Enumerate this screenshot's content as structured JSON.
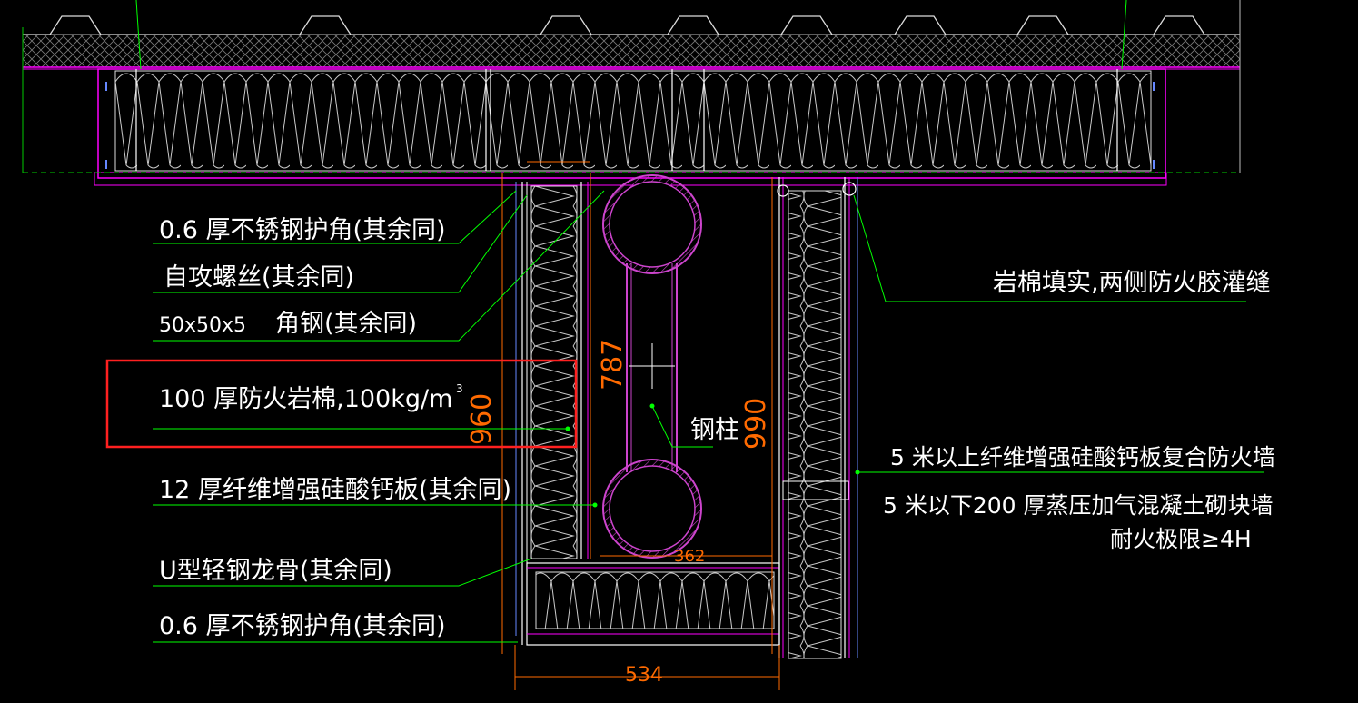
{
  "drawing": {
    "title": "",
    "labels": {
      "guard_top": "0.6  厚不锈钢护角(其余同)",
      "screw": "自攻螺丝(其余同)",
      "angle_size": "50x50x5",
      "angle_name": "角钢(其余同)",
      "rockwool": "100  厚防火岩棉,100kg/m",
      "rockwool_sup": "3",
      "board": "12  厚纤维增强硅酸钙板(其余同)",
      "keel": "U型轻钢龙骨(其余同)",
      "guard_bottom": "0.6  厚不锈钢护角(其余同)",
      "fill": "岩棉填实,两侧防火胶灌缝",
      "column": "钢柱",
      "wall_upper": "5  米以上纤维增强硅酸钙板复合防火墙",
      "wall_lower": "5  米以下200  厚蒸压加气混凝土砌块墙",
      "fire_rating": "耐火极限≥4H"
    },
    "dimensions": {
      "d960": "960",
      "d787": "787",
      "d990": "990",
      "d362": "362",
      "d534": "534"
    },
    "colors": {
      "background": "#000000",
      "leader": "#00ff00",
      "text": "#ffffff",
      "dimension": "#ff6a00",
      "outline": "#ff00ff",
      "insulation": "#c8c8c8",
      "pipe": "#cc44cc",
      "highlight": "#ff2020"
    }
  }
}
